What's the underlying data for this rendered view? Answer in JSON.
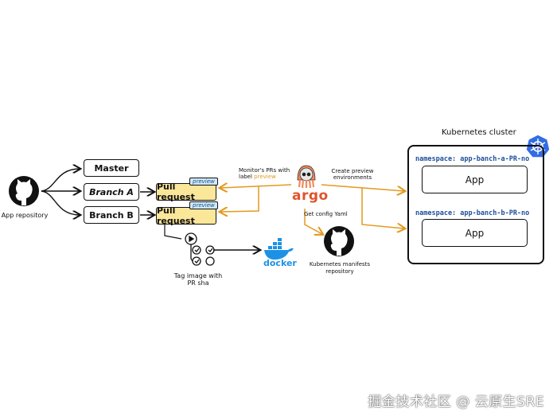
{
  "app_repo": {
    "label": "App repository",
    "icon": "github-icon"
  },
  "branches": [
    {
      "label": "Master"
    },
    {
      "label": "Branch A"
    },
    {
      "label": "Branch B"
    }
  ],
  "pull_requests": [
    {
      "label": "Pull request",
      "tag": "preview"
    },
    {
      "label": "Pull request",
      "tag": "preview"
    }
  ],
  "actions": {
    "label_line1": "Tag image with",
    "label_line2": "PR sha",
    "icon": "github-actions-icon"
  },
  "docker": {
    "label": "docker",
    "icon": "docker-whale-icon"
  },
  "argo": {
    "label": "argo",
    "icon": "argo-octopus-icon"
  },
  "monitor_note": {
    "line1": "Monitor's PRs with",
    "line2_prefix": "label",
    "line2_highlight": "preview"
  },
  "create_note": {
    "line1": "Create preview",
    "line2": "environments"
  },
  "config_note": {
    "label": "Get config Yaml"
  },
  "manifests_repo": {
    "line1": "Kubernetes manifests",
    "line2": "repository",
    "icon": "github-icon"
  },
  "cluster": {
    "title": "Kubernetes cluster",
    "icon": "kubernetes-helm-icon",
    "namespaces": [
      {
        "label": "namespace: app-banch-a-PR-no",
        "app": "App"
      },
      {
        "label": "namespace: app-banch-b-PR-no",
        "app": "App"
      }
    ]
  },
  "watermark": "掘金技术社区 @ 云原生SRE",
  "colors": {
    "orange": "#e39a1f",
    "preview_tag": "#cfe9f7",
    "pr_fill": "#fbe79a",
    "namespace": "#1f4e9b",
    "k8s_blue": "#326ce5",
    "docker_blue": "#1d91e6"
  }
}
